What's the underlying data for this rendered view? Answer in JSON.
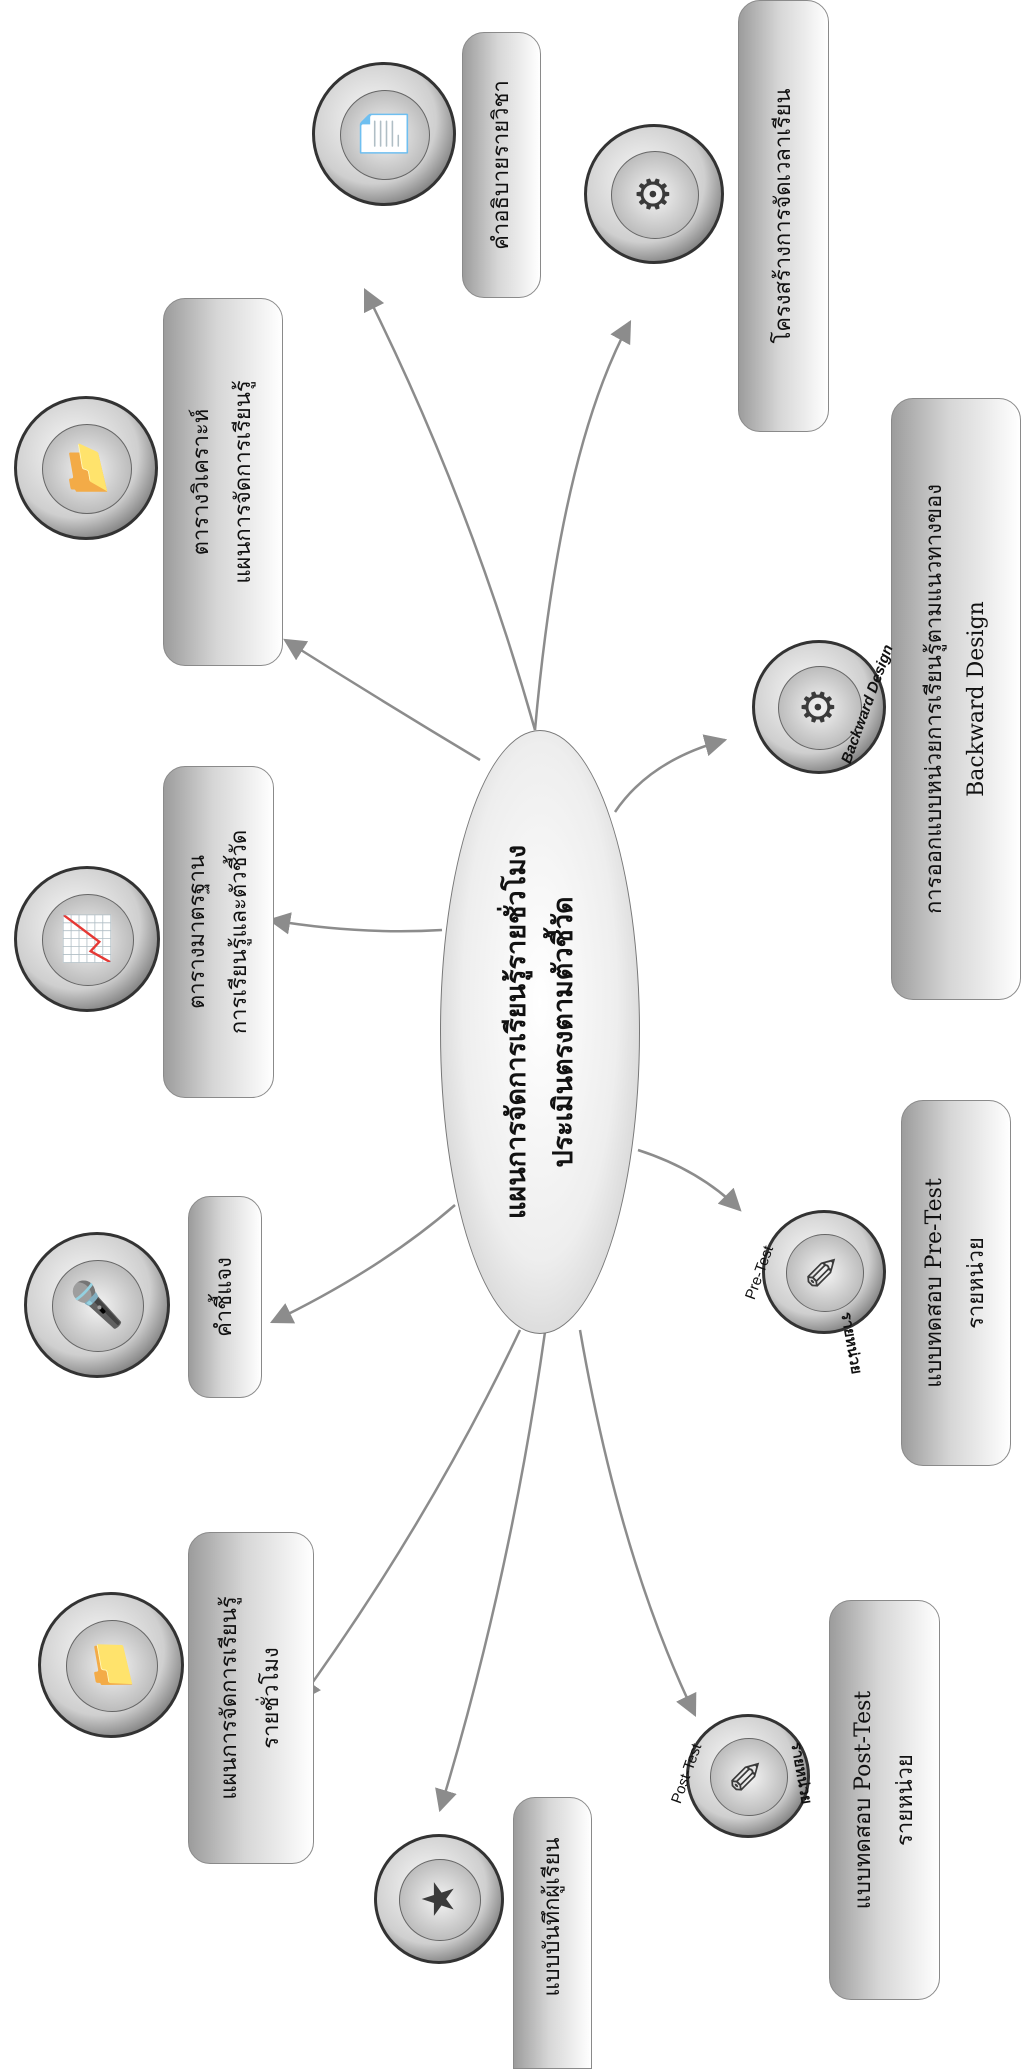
{
  "center": {
    "line1": "แผนการจัดการเรียนรู้รายชั่วโมง",
    "line2": "ประเมินตรงตามตัวชี้วัด"
  },
  "nodes": {
    "course_description": "คำอธิบายรายวิชา",
    "learning_structure": "โครงสร้างการจัดเวลาเรียน",
    "analysis_table": {
      "line1": "ตารางวิเคราะห์",
      "line2": "แผนการจัดการเรียนรู้"
    },
    "standards_table": {
      "line1": "ตารางมาตรฐาน",
      "line2": "การเรียนรู้และตัวชี้วัด"
    },
    "backward_design": {
      "line1": "การออกแบบหน่วยการเรียนรู้ตามแนวทางของ",
      "line2": "Backward  Design"
    },
    "instructions": "คำชี้แจง",
    "pretest": {
      "line1": "แบบทดสอบ Pre-Test",
      "line2": "รายหน่วย"
    },
    "hourly_plan": {
      "line1": "แผนการจัดการเรียนรู้",
      "line2": "รายชั่วโมง"
    },
    "posttest": {
      "line1": "แบบทดสอบ Post-Test",
      "line2": "รายหน่วย"
    },
    "student_record": "แบบบันทึกผู้เรียน"
  },
  "icon_captions": {
    "backward_design": "Backward Design",
    "pretest": "Pre-Test",
    "posttest": "Post-Test",
    "pretest_unit": "รายหน่วย",
    "posttest_unit": "รายหน่วย"
  },
  "colors": {
    "box_dark": "#9c9c9c",
    "box_light": "#ffffff",
    "arrow": "#8c8c8c"
  }
}
